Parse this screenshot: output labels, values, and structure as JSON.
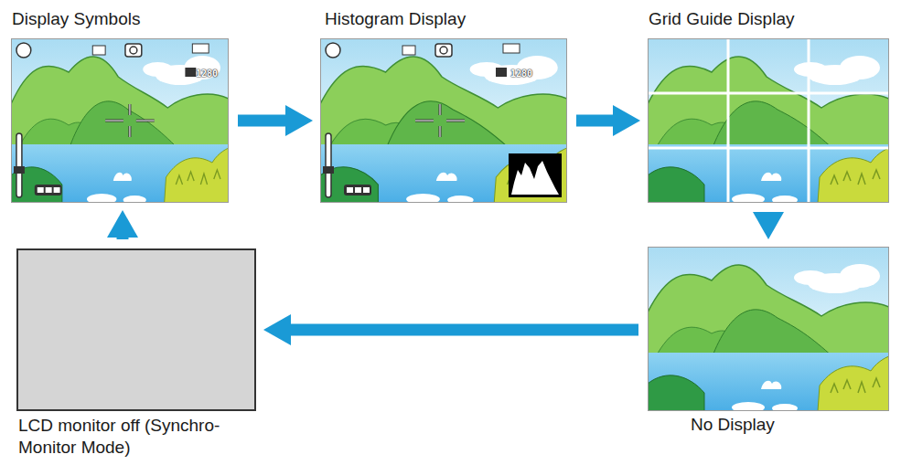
{
  "diagram": {
    "nodes": [
      {
        "text": [
          "Display Symbols"
        ]
      },
      {
        "text": [
          "Histogram Display"
        ]
      },
      {
        "text": [
          "Grid Guide Display"
        ]
      },
      {
        "text": [
          "No Display"
        ]
      },
      {
        "text": [
          "LCD monitor off (Synchro-Monitor Mode)"
        ]
      }
    ],
    "edges": [
      {
        "from": 0,
        "to": 1,
        "arrow": "to"
      },
      {
        "from": 1,
        "to": 2,
        "arrow": "to"
      },
      {
        "from": 2,
        "to": 3,
        "arrow": "to"
      },
      {
        "from": 3,
        "to": 4,
        "arrow": "to"
      },
      {
        "from": 4,
        "to": 0,
        "arrow": "to"
      }
    ],
    "labels": [
      "1280",
      "1280"
    ]
  }
}
